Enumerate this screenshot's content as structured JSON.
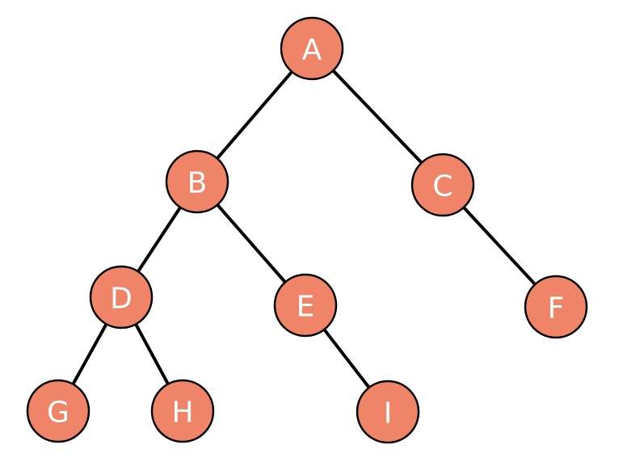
{
  "diagram": {
    "type": "binary-tree",
    "node_fill": "#f08468",
    "node_stroke": "#000000",
    "edge_color": "#000000",
    "label_color": "#ffffff",
    "nodes": [
      {
        "id": "A",
        "label": "A"
      },
      {
        "id": "B",
        "label": "B"
      },
      {
        "id": "C",
        "label": "C"
      },
      {
        "id": "D",
        "label": "D"
      },
      {
        "id": "E",
        "label": "E"
      },
      {
        "id": "F",
        "label": "F"
      },
      {
        "id": "G",
        "label": "G"
      },
      {
        "id": "H",
        "label": "H"
      },
      {
        "id": "I",
        "label": "I"
      }
    ],
    "edges": [
      {
        "from": "A",
        "to": "B"
      },
      {
        "from": "A",
        "to": "C"
      },
      {
        "from": "B",
        "to": "D"
      },
      {
        "from": "B",
        "to": "E"
      },
      {
        "from": "C",
        "to": "F"
      },
      {
        "from": "D",
        "to": "G"
      },
      {
        "from": "D",
        "to": "H"
      },
      {
        "from": "E",
        "to": "I"
      }
    ]
  }
}
